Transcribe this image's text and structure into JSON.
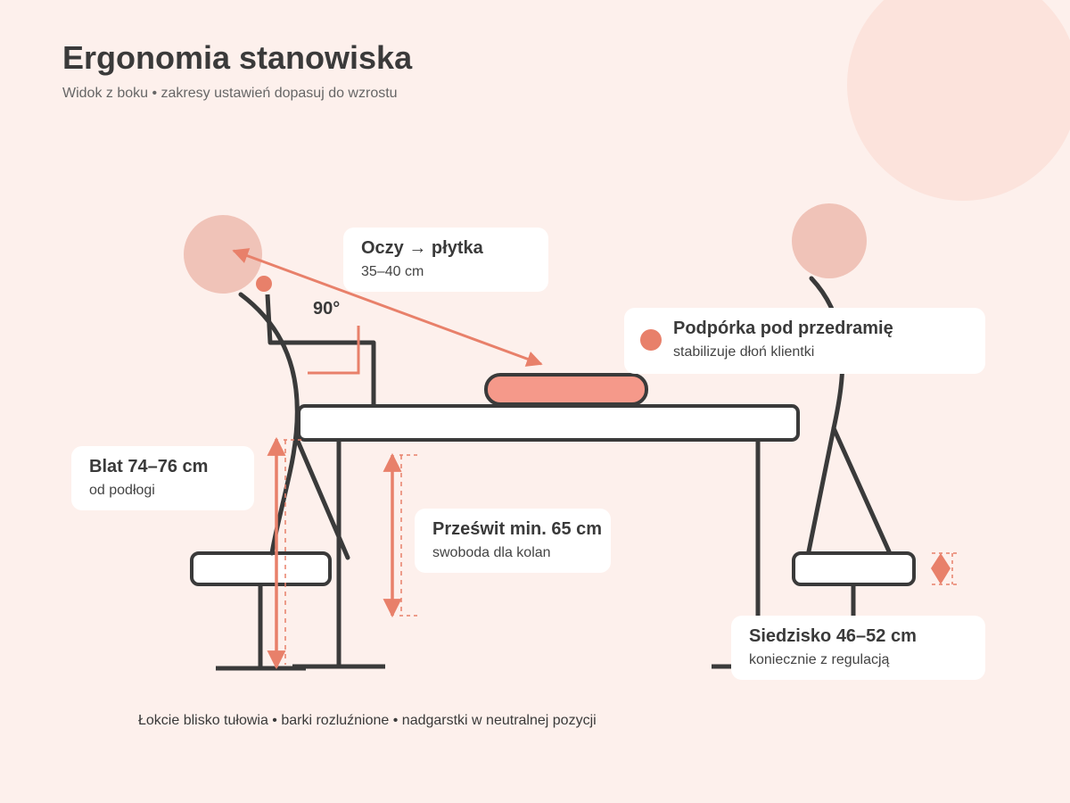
{
  "header": {
    "title": "Ergonomia stanowiska",
    "subtitle": "Widok z boku • zakresy ustawień dopasuj do wzrostu"
  },
  "labels": {
    "eye": {
      "title": "Oczy → płytka",
      "value": "35–40 cm"
    },
    "armrest": {
      "title": "Podpórka pod przedramię",
      "desc": "stabilizuje dłoń klientki"
    },
    "table": {
      "title": "Blat 74–76 cm",
      "desc": "od podłogi"
    },
    "clearance": {
      "title": "Prześwit min. 65 cm",
      "desc": "swoboda dla kolan"
    },
    "seat": {
      "title": "Siedzisko 46–52 cm",
      "desc": "koniecznie z regulacją"
    },
    "angle": "90°"
  },
  "footer": "Łokcie blisko tułowia • barki rozluźnione • nadgarstki w neutralnej pozycji",
  "colors": {
    "background": "#fdf0ec",
    "accent": "#e8806a",
    "armrest_fill": "#f5998a",
    "head_fill": "#f0c3b8",
    "line": "#3a3a3a",
    "deco_circle": "#fce3dc"
  }
}
